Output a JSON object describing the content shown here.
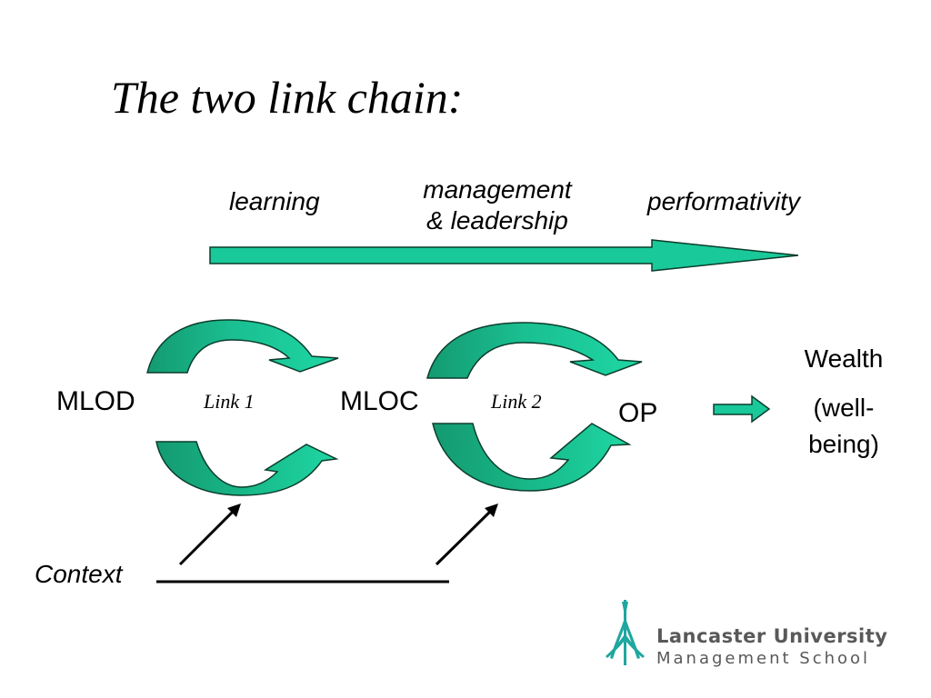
{
  "title": "The two link chain:",
  "top_arrow_labels": {
    "learning": "learning",
    "management_line1": "management",
    "management_line2": "& leadership",
    "performativity": "performativity"
  },
  "nodes": {
    "mlod": "MLOD",
    "mloc": "MLOC",
    "op": "OP",
    "wealth_line1": "Wealth",
    "wealth_line2": "(well-",
    "wealth_line3": "being)"
  },
  "links": {
    "link1": "Link 1",
    "link2": "Link 2"
  },
  "context": "Context",
  "logo": {
    "line1": "Lancaster University",
    "line2": "Management School"
  },
  "colors": {
    "arrow_fill": "#19C99A",
    "arrow_stroke": "#0B3D2C",
    "arrow_dark": "#149A70",
    "logo_teal": "#1FA6A0",
    "logo_text": "#595959"
  }
}
